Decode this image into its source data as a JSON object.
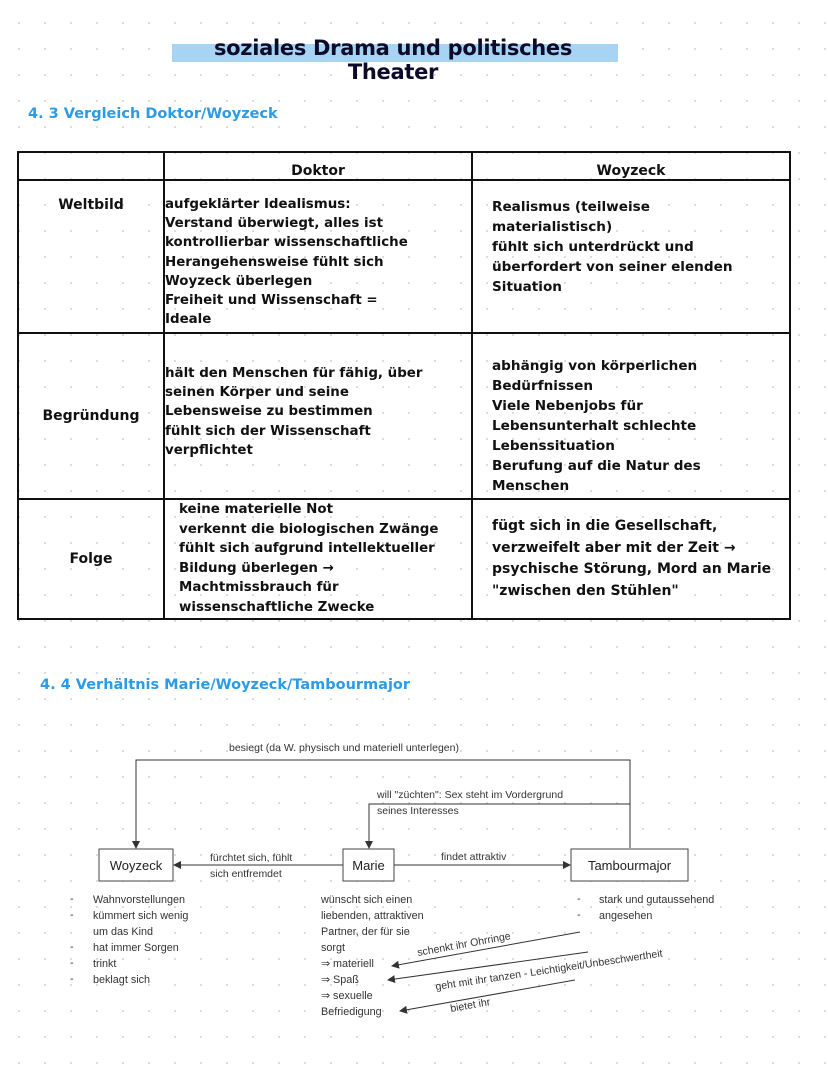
{
  "title": "soziales Drama und politisches Theater",
  "section1": {
    "heading": "4. 3 Vergleich Doktor/Woyzeck",
    "col_doktor": "Doktor",
    "col_woyzeck": "Woyzeck",
    "rows": [
      {
        "label": "Weltbild",
        "doktor": "aufgeklärter Idealismus:\nVerstand überwiegt, alles ist\nkontrollierbar wissenschaftliche\nHerangehensweise fühlt sich\nWoyzeck überlegen\nFreiheit und Wissenschaft =\nIdeale",
        "woyzeck": "Realismus (teilweise\nmaterialistisch)\nfühlt sich unterdrückt und\nüberfordert von seiner elenden\nSituation"
      },
      {
        "label": "Begründung",
        "doktor": "hält den Menschen für fähig, über\nseinen Körper und seine\nLebensweise zu bestimmen\nfühlt sich der Wissenschaft\nverpflichtet",
        "woyzeck": "abhängig von körperlichen\nBedürfnissen\nViele Nebenjobs für\nLebensunterhalt schlechte\nLebenssituation\nBerufung auf die Natur des\nMenschen"
      },
      {
        "label": "Folge",
        "doktor": "keine materielle Not\nverkennt die biologischen Zwänge\nfühlt sich aufgrund intellektueller\nBildung überlegen →\nMachtmissbrauch für\nwissenschaftliche Zwecke",
        "woyzeck": "fügt sich in die Gesellschaft,\nverzweifelt aber mit der Zeit →\npsychische Störung, Mord an Marie\n\"zwischen den Stühlen\""
      }
    ]
  },
  "section2": {
    "heading": "4. 4 Verhältnis Marie/Woyzeck/Tambourmajor",
    "nodes": {
      "woyzeck": "Woyzeck",
      "marie": "Marie",
      "tambourmajor": "Tambourmajor"
    },
    "edges": {
      "besiegt": "besiegt (da W. physisch und materiell unterlegen)",
      "zuechten_1": "will \"züchten\": Sex steht im Vordergrund",
      "zuechten_2": "seines Interesses",
      "fuerchtet_1": "fürchtet sich, fühlt",
      "fuerchtet_2": "sich entfremdet",
      "findet": "findet attraktiv",
      "ohrringe": "schenkt ihr Ohrringe",
      "tanzen": "geht mit ihr tanzen - Leichtigkeit/Unbeschwertheit",
      "bietet": "bietet ihr"
    },
    "woyzeck_notes": [
      "Wahnvorstellungen",
      "kümmert sich wenig\num das Kind",
      "hat immer Sorgen",
      "trinkt",
      "beklagt sich"
    ],
    "marie_notes": "wünscht sich einen\nliebenden, attraktiven\nPartner, der für sie\nsorgt\n⇒ materiell\n⇒ Spaß\n⇒ sexuelle\nBefriedigung",
    "tambour_notes": [
      "stark und gutaussehend",
      "angesehen"
    ],
    "bullet": "-"
  }
}
